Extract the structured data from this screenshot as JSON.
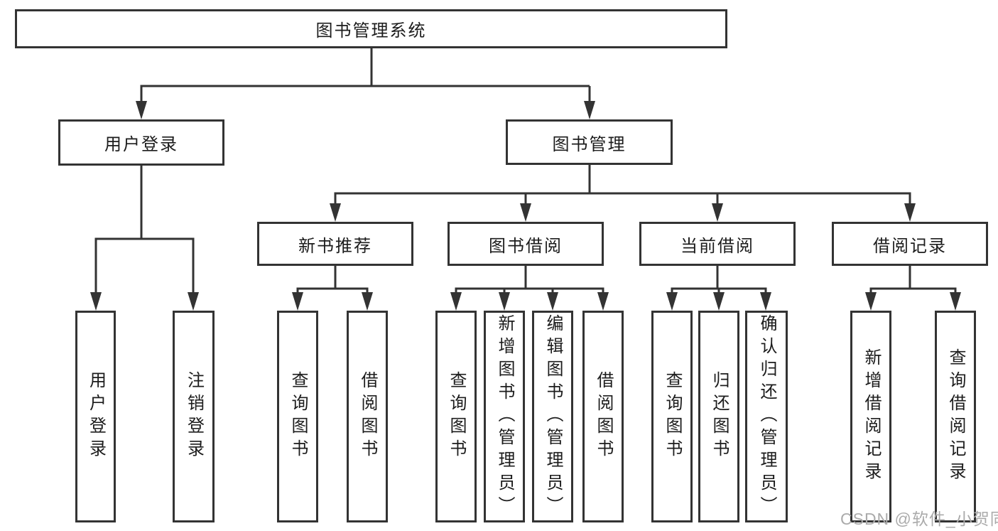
{
  "diagram": {
    "root": {
      "label": "图书管理系统"
    },
    "level2": [
      {
        "label": "用户登录"
      },
      {
        "label": "图书管理"
      }
    ],
    "level3": [
      {
        "label": "新书推荐"
      },
      {
        "label": "图书借阅"
      },
      {
        "label": "当前借阅"
      },
      {
        "label": "借阅记录"
      }
    ],
    "leaves": {
      "user_login": [
        {
          "label": "用户登录"
        },
        {
          "label": "注销登录"
        }
      ],
      "new_book": [
        {
          "label": "查询图书"
        },
        {
          "label": "借阅图书"
        }
      ],
      "book_borrow": [
        {
          "label": "查询图书"
        },
        {
          "label": "新增图书（管理员）"
        },
        {
          "label": "编辑图书（管理员）"
        },
        {
          "label": "借阅图书"
        }
      ],
      "current_borrow": [
        {
          "label": "查询图书"
        },
        {
          "label": "归还图书"
        },
        {
          "label": "确认归还（管理员）"
        }
      ],
      "borrow_record": [
        {
          "label": "新增借阅记录"
        },
        {
          "label": "查询借阅记录"
        }
      ]
    }
  },
  "watermark": {
    "text": "CSDN @软件_小贺同学"
  },
  "colors": {
    "line": "#333333",
    "box_border": "#333333",
    "text": "#1c1c1c",
    "background": "#ffffff",
    "watermark": "#ababab"
  }
}
